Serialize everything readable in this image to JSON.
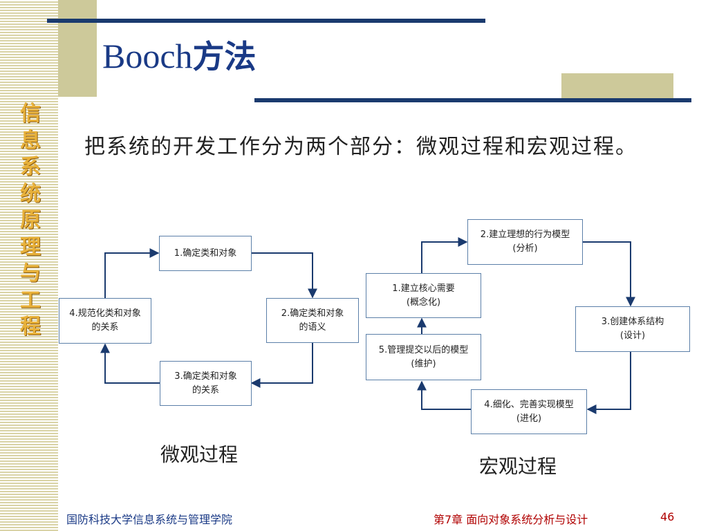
{
  "side_title": [
    "信",
    "息",
    "系",
    "统",
    "原",
    "理",
    "与",
    "工",
    "程"
  ],
  "title": {
    "main": "Booch",
    "zh": "方法"
  },
  "body_text": "把系统的开发工作分为两个部分：微观过程和宏观过程。",
  "micro": {
    "label": "微观过程",
    "boxes": [
      "1.确定类和对象",
      "2.确定类和对象的语义",
      "3.确定类和对象的关系",
      "4.规范化类和对象的关系"
    ]
  },
  "macro": {
    "label": "宏观过程",
    "boxes": [
      "1.建立核心需要\n(概念化)",
      "2.建立理想的行为模型\n(分析)",
      "3.创建体系结构\n(设计)",
      "4.细化、完善实现模型\n(进化)",
      "5.管理提交以后的模型\n(维护)"
    ]
  },
  "footer": {
    "left": "国防科技大学信息系统与管理学院",
    "chapter": "第7章 面向对象系统分析与设计",
    "page": "46"
  },
  "colors": {
    "title": "#1a3a86",
    "side_title": "#e8b13a",
    "footer_chapter": "#b00000",
    "navy": "#1a3a6e",
    "tan": "#cdc99a"
  }
}
